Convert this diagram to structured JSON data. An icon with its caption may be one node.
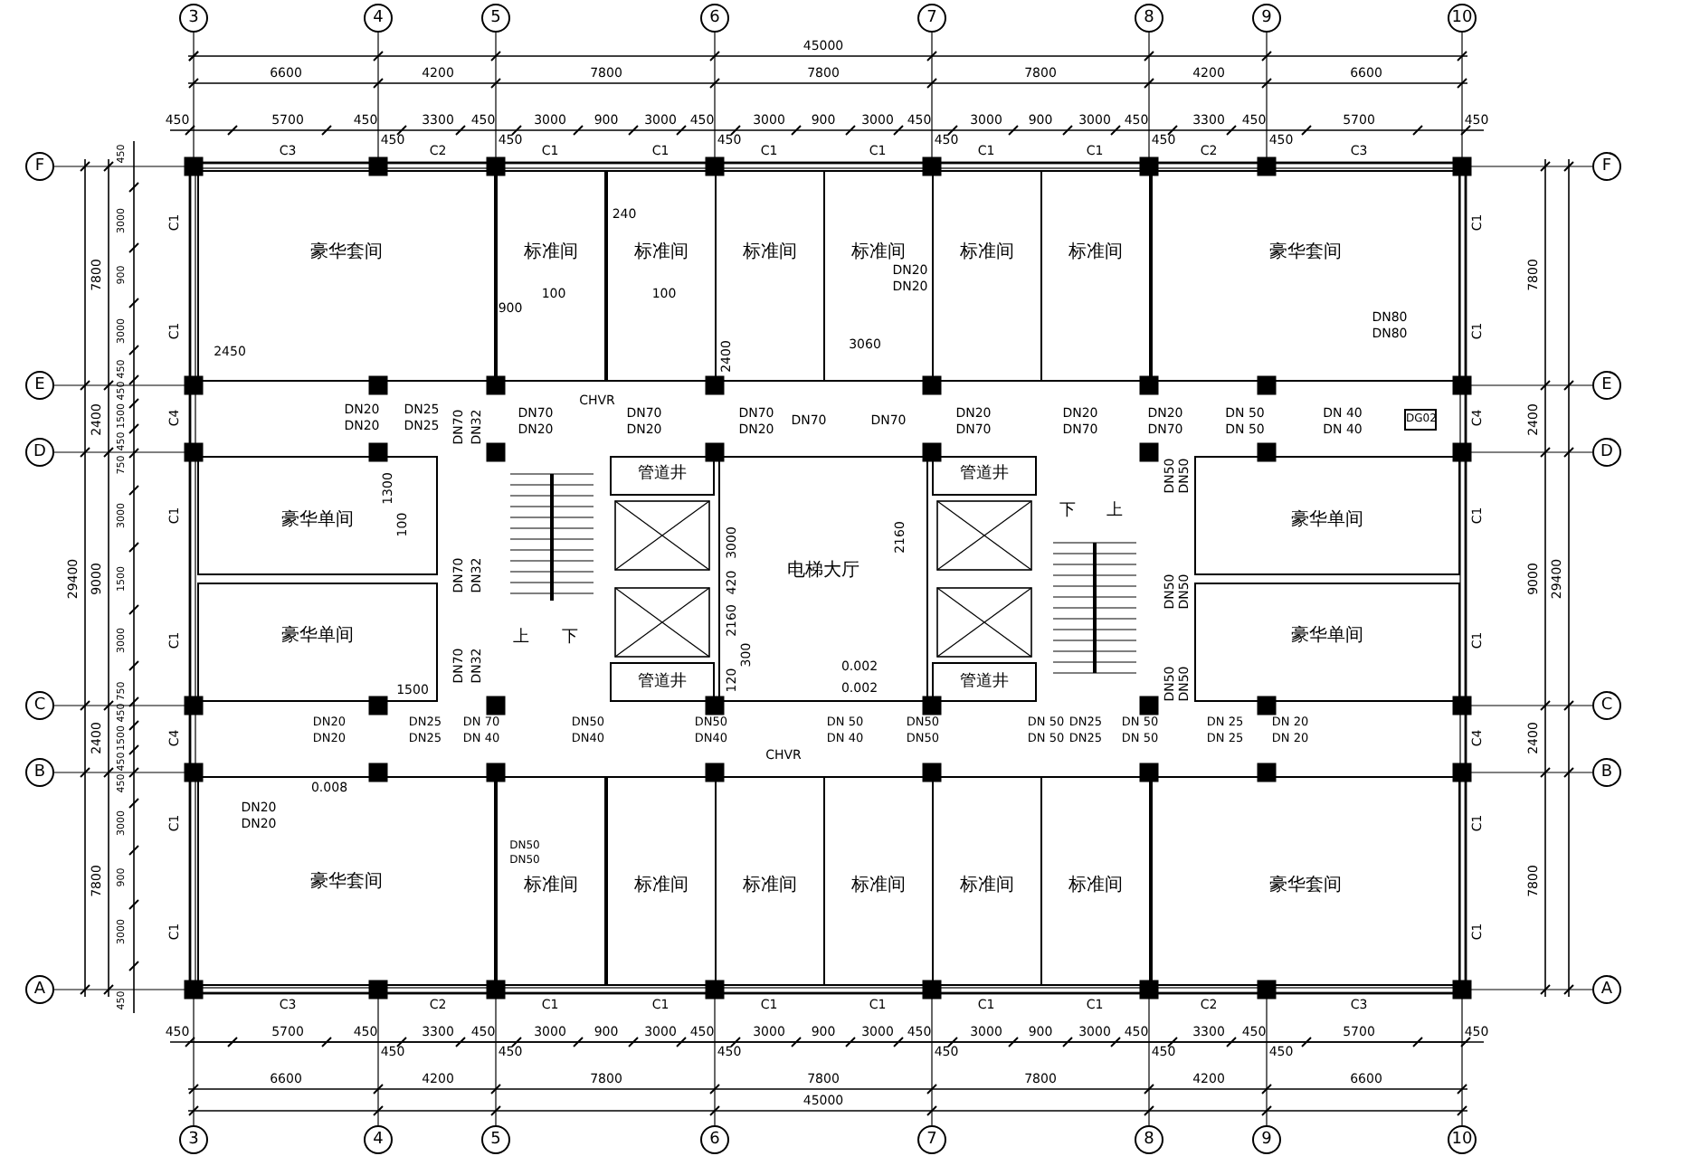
{
  "diagram": {
    "nodes": [
      {
        "text": [
          "3"
        ]
      },
      {
        "text": [
          "4"
        ]
      },
      {
        "text": [
          "5"
        ]
      },
      {
        "text": [
          "6"
        ]
      },
      {
        "text": [
          "7"
        ]
      },
      {
        "text": [
          "8"
        ]
      },
      {
        "text": [
          "9"
        ]
      },
      {
        "text": [
          "10"
        ]
      },
      {
        "text": [
          "3"
        ]
      },
      {
        "text": [
          "4"
        ]
      },
      {
        "text": [
          "5"
        ]
      },
      {
        "text": [
          "6"
        ]
      },
      {
        "text": [
          "7"
        ]
      },
      {
        "text": [
          "8"
        ]
      },
      {
        "text": [
          "9"
        ]
      },
      {
        "text": [
          "10"
        ]
      },
      {
        "text": [
          "F"
        ]
      },
      {
        "text": [
          "E"
        ]
      },
      {
        "text": [
          "D"
        ]
      },
      {
        "text": [
          "C"
        ]
      },
      {
        "text": [
          "B"
        ]
      },
      {
        "text": [
          "A"
        ]
      },
      {
        "text": [
          "F"
        ]
      },
      {
        "text": [
          "E"
        ]
      },
      {
        "text": [
          "D"
        ]
      },
      {
        "text": [
          "C"
        ]
      },
      {
        "text": [
          "B"
        ]
      },
      {
        "text": [
          "A"
        ]
      },
      {
        "text": [
          "豪华套间"
        ]
      },
      {
        "text": [
          "标准间"
        ]
      },
      {
        "text": [
          "标准间"
        ]
      },
      {
        "text": [
          "标准间"
        ]
      },
      {
        "text": [
          "标准间"
        ]
      },
      {
        "text": [
          "标准间"
        ]
      },
      {
        "text": [
          "标准间"
        ]
      },
      {
        "text": [
          "豪华套间"
        ]
      },
      {
        "text": [
          "豪华单间"
        ]
      },
      {
        "text": [
          "管道井"
        ]
      },
      {
        "text": [
          "电梯大厅"
        ]
      },
      {
        "text": [
          "管道井"
        ]
      },
      {
        "text": [
          "豪华单间"
        ]
      },
      {
        "text": [
          "豪华单间"
        ]
      },
      {
        "text": [
          "管道井"
        ]
      },
      {
        "text": [
          "管道井"
        ]
      },
      {
        "text": [
          "豪华单间"
        ]
      },
      {
        "text": [
          "豪华套间"
        ]
      },
      {
        "text": [
          "标准间"
        ]
      },
      {
        "text": [
          "标准间"
        ]
      },
      {
        "text": [
          "标准间"
        ]
      },
      {
        "text": [
          "标准间"
        ]
      },
      {
        "text": [
          "标准间"
        ]
      },
      {
        "text": [
          "标准间"
        ]
      },
      {
        "text": [
          "豪华套间"
        ]
      },
      {
        "text": [
          "DG02"
        ]
      }
    ],
    "labels": [
      "45000",
      "6600",
      "4200",
      "7800",
      "7800",
      "7800",
      "4200",
      "6600",
      "450",
      "5700",
      "450",
      "3300",
      "450",
      "3000",
      "900",
      "3000",
      "450",
      "3000",
      "900",
      "3000",
      "450",
      "3000",
      "900",
      "3000",
      "450",
      "3300",
      "450",
      "5700",
      "450",
      "450",
      "450",
      "450",
      "450",
      "450",
      "450",
      "C3",
      "C2",
      "C1",
      "C1",
      "C1",
      "C1",
      "C1",
      "C1",
      "C2",
      "C3",
      "29400",
      "7800",
      "2400",
      "9000",
      "2400",
      "7800",
      "450",
      "3000",
      "900",
      "3000",
      "450",
      "450",
      "1500",
      "450",
      "750",
      "3000",
      "1500",
      "3000",
      "750",
      "450",
      "1500",
      "450",
      "450",
      "3000",
      "900",
      "3000",
      "450",
      "C1",
      "C1",
      "C4",
      "C1",
      "C1",
      "C4",
      "C1",
      "C1",
      "C1",
      "C1",
      "C4",
      "C1",
      "C1",
      "C4",
      "C1",
      "C1",
      "7800",
      "2400",
      "9000",
      "2400",
      "7800",
      "29400",
      "240",
      "100",
      "100",
      "900",
      "2450",
      "2400",
      "3060",
      "DN20",
      "DN20",
      "DN80",
      "DN80",
      "CHVR",
      "DN20",
      "DN20",
      "DN25",
      "DN25",
      "DN70",
      "DN32",
      "DN70",
      "DN20",
      "DN70",
      "DN20",
      "DN70",
      "DN20",
      "DN70",
      "DN70",
      "DN20",
      "DN70",
      "DN20",
      "DN70",
      "DN20",
      "DN70",
      "DN 50",
      "DN 50",
      "DN 40",
      "DN 40",
      "DN50",
      "DN50",
      "DN70",
      "DN32",
      "DN50",
      "DN50",
      "DN70",
      "DN32",
      "DN50",
      "DN50",
      "1300",
      "100",
      "3000",
      "420",
      "2160",
      "2160",
      "300",
      "120",
      "1500",
      "0.002",
      "0.002",
      "DN20",
      "DN20",
      "DN25",
      "DN25",
      "DN 70",
      "DN 40",
      "DN50",
      "DN40",
      "DN50",
      "DN40",
      "DN 50",
      "DN 40",
      "DN50",
      "DN50",
      "DN 50",
      "DN 50",
      "DN25",
      "DN25",
      "DN 50",
      "DN 50",
      "DN 25",
      "DN 25",
      "DN 20",
      "DN 20",
      "CHVR",
      "0.008",
      "DN20",
      "DN20",
      "DN50",
      "DN50",
      "上",
      "下",
      "下",
      "上",
      "C3",
      "C2",
      "C1",
      "C1",
      "C1",
      "C1",
      "C1",
      "C1",
      "C2",
      "C3",
      "450",
      "5700",
      "450",
      "3300",
      "450",
      "3000",
      "900",
      "3000",
      "450",
      "3000",
      "900",
      "3000",
      "450",
      "3000",
      "900",
      "3000",
      "450",
      "3300",
      "450",
      "5700",
      "450",
      "450",
      "450",
      "450",
      "450",
      "450",
      "450",
      "6600",
      "4200",
      "7800",
      "7800",
      "7800",
      "4200",
      "6600",
      "45000"
    ]
  }
}
